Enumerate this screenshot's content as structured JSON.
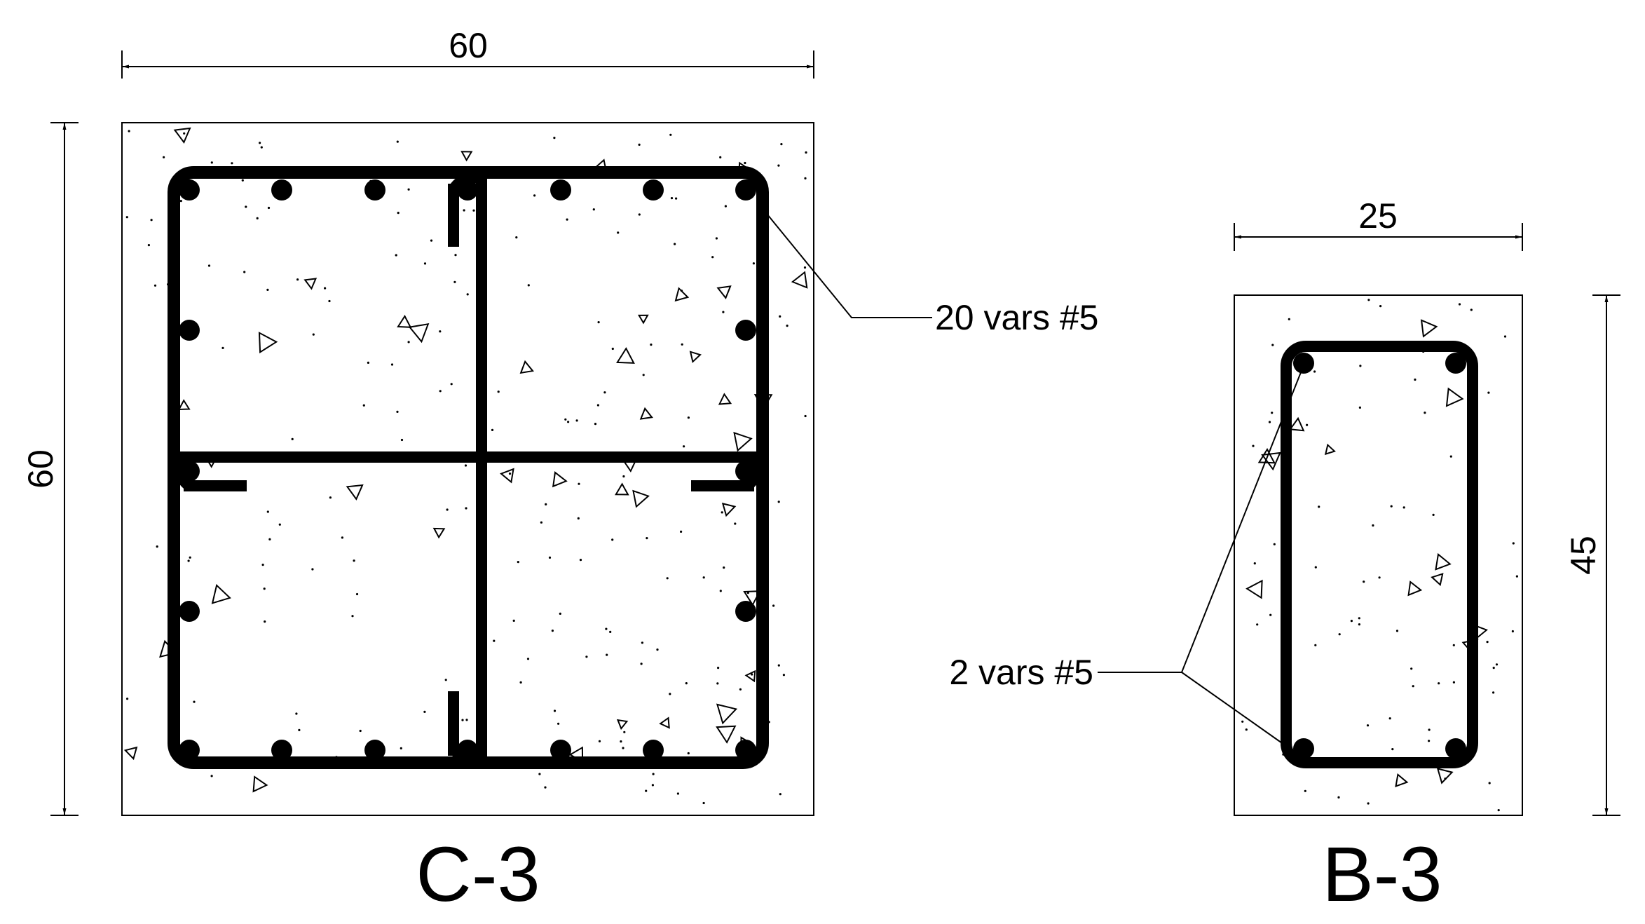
{
  "colors": {
    "ink": "#000000",
    "background": "#ffffff"
  },
  "column_section": {
    "label": "C-3",
    "width_dim": "60",
    "height_dim": "60",
    "rebar_callout": "20 vars #5"
  },
  "beam_section": {
    "label": "B-3",
    "width_dim": "25",
    "height_dim": "45",
    "rebar_callout": "2 vars #5"
  }
}
